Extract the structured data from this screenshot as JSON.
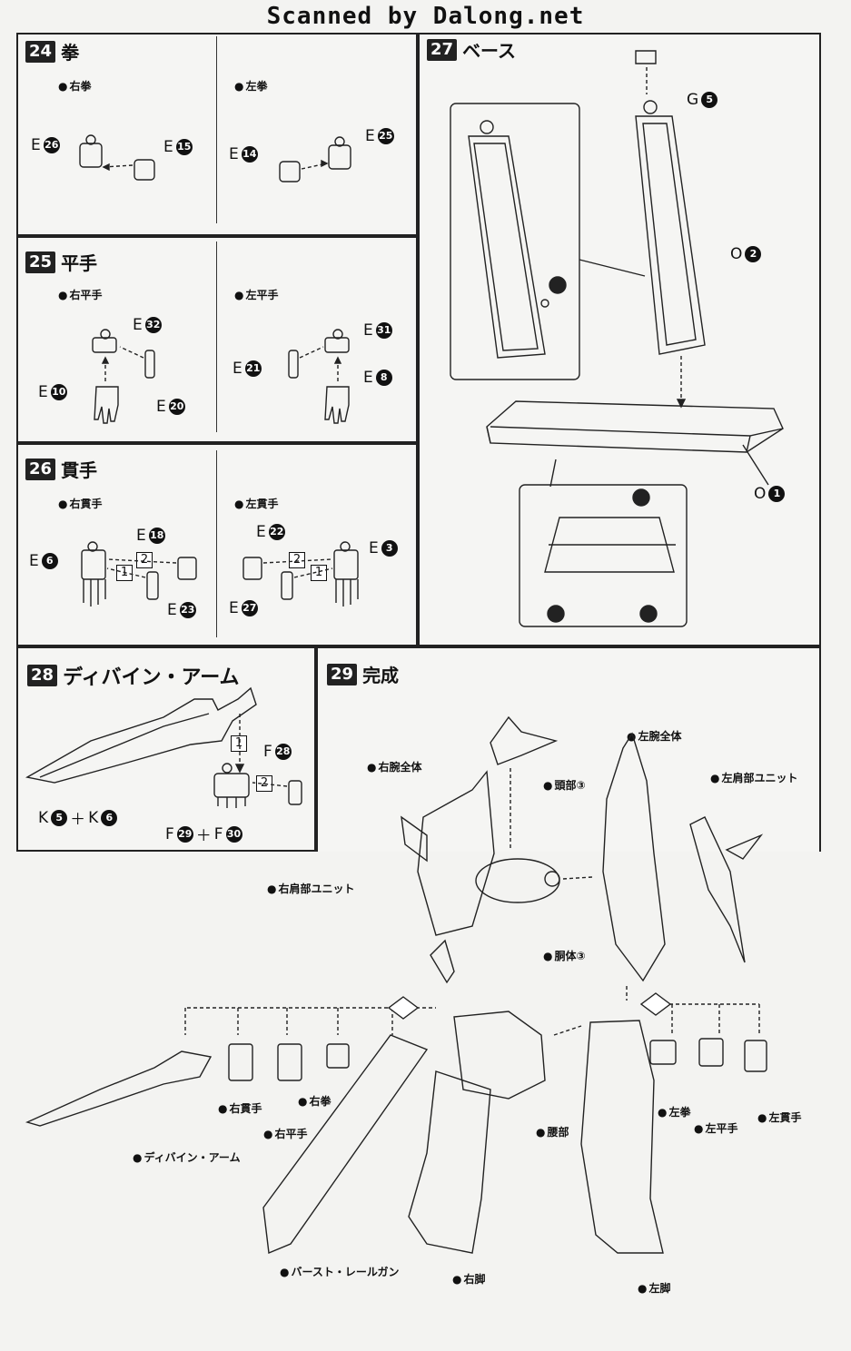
{
  "header": {
    "watermark": "Scanned by Dalong.net"
  },
  "step24": {
    "num": "24",
    "title": "拳",
    "right": {
      "label": "右拳",
      "a": {
        "letter": "E",
        "num": "26"
      },
      "b": {
        "letter": "E",
        "num": "15"
      }
    },
    "left": {
      "label": "左拳",
      "a": {
        "letter": "E",
        "num": "14"
      },
      "b": {
        "letter": "E",
        "num": "25"
      }
    }
  },
  "step25": {
    "num": "25",
    "title": "平手",
    "right": {
      "label": "右平手",
      "a": {
        "letter": "E",
        "num": "32"
      },
      "b": {
        "letter": "E",
        "num": "10"
      },
      "c": {
        "letter": "E",
        "num": "20"
      }
    },
    "left": {
      "label": "左平手",
      "a": {
        "letter": "E",
        "num": "31"
      },
      "b": {
        "letter": "E",
        "num": "21"
      },
      "c": {
        "letter": "E",
        "num": "8"
      }
    }
  },
  "step26": {
    "num": "26",
    "title": "貫手",
    "right": {
      "label": "右貫手",
      "a": {
        "letter": "E",
        "num": "18"
      },
      "b": {
        "letter": "E",
        "num": "6"
      },
      "c": {
        "letter": "E",
        "num": "23"
      },
      "s1": "1",
      "s2": "2"
    },
    "left": {
      "label": "左貫手",
      "a": {
        "letter": "E",
        "num": "22"
      },
      "b": {
        "letter": "E",
        "num": "3"
      },
      "c": {
        "letter": "E",
        "num": "27"
      },
      "s1": "1",
      "s2": "2"
    }
  },
  "step27": {
    "num": "27",
    "title": "ベース",
    "g": {
      "letter": "G",
      "num": "5"
    },
    "o2": {
      "letter": "O",
      "num": "2"
    },
    "o1": {
      "letter": "O",
      "num": "1"
    }
  },
  "step28": {
    "num": "28",
    "title": "ディバイン・アーム",
    "s1": "1",
    "s2": "2",
    "f28": {
      "letter": "F",
      "num": "28"
    },
    "k": {
      "l1": "K",
      "n1": "5",
      "plus": "＋",
      "l2": "K",
      "n2": "6"
    },
    "f": {
      "l1": "F",
      "n1": "29",
      "plus": "＋",
      "l2": "F",
      "n2": "30"
    }
  },
  "step29": {
    "num": "29",
    "title": "完成",
    "labels": {
      "head": "頭部③",
      "left_arm": "左腕全体",
      "right_arm": "右腕全体",
      "left_shoulder": "左肩部ユニット",
      "right_shoulder": "右肩部ユニット",
      "torso": "胴体③",
      "waist": "腰部",
      "right_nukite": "右貫手",
      "right_fist": "右拳",
      "right_flat": "右平手",
      "divine_arm": "ディバイン・アーム",
      "burst_railgun": "バースト・レールガン",
      "right_leg": "右脚",
      "left_leg": "左脚",
      "left_fist": "左拳",
      "left_flat": "左平手",
      "left_nukite": "左貫手"
    }
  }
}
